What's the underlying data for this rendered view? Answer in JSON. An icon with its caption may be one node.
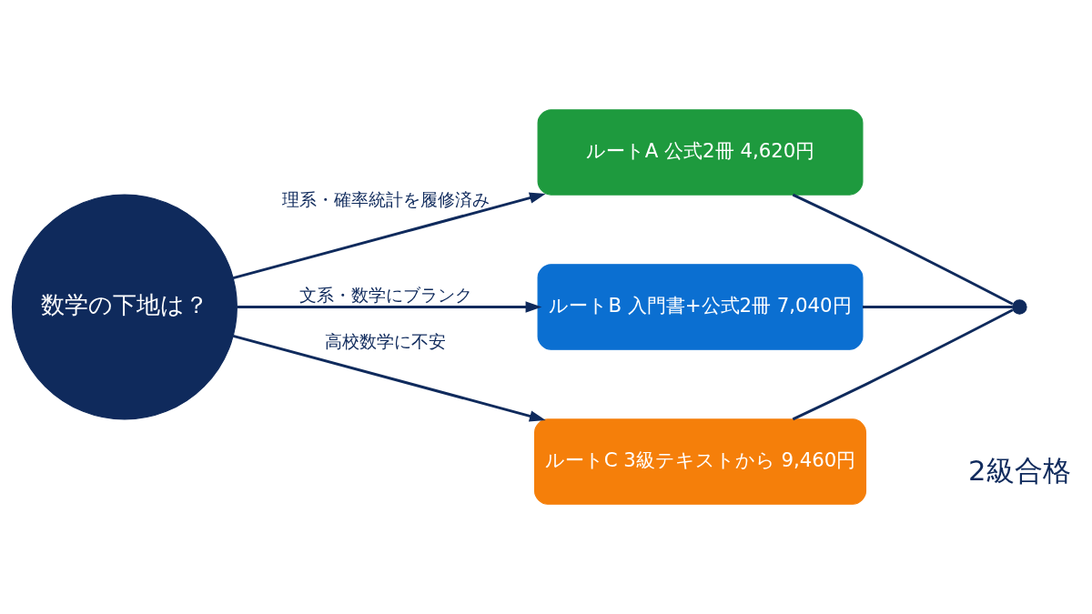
{
  "diagram": {
    "nodes": [
      {
        "text": [
          "数学の下地は？"
        ]
      },
      {
        "text": [
          "ルートA 公式2冊 4,620円"
        ]
      },
      {
        "text": [
          "ルートB 入門書+公式2冊 7,040円"
        ]
      },
      {
        "text": [
          "ルートC 3級テキストから 9,460円"
        ]
      },
      {
        "text": [],
        "shape": "circle"
      }
    ],
    "edges": [
      {
        "from": 0,
        "to": 1,
        "arrow": "to",
        "label": "理系・確率統計を履修済み"
      },
      {
        "from": 0,
        "to": 2,
        "arrow": "to",
        "label": "文系・数学にブランク"
      },
      {
        "from": 0,
        "to": 3,
        "arrow": "to",
        "label": "高校数学に不安"
      },
      {
        "from": 1,
        "to": 4,
        "arrow": "none"
      },
      {
        "from": 2,
        "to": 4,
        "arrow": "none"
      },
      {
        "from": 3,
        "to": 4,
        "arrow": "none"
      }
    ],
    "labels": [
      "2級合格"
    ]
  }
}
